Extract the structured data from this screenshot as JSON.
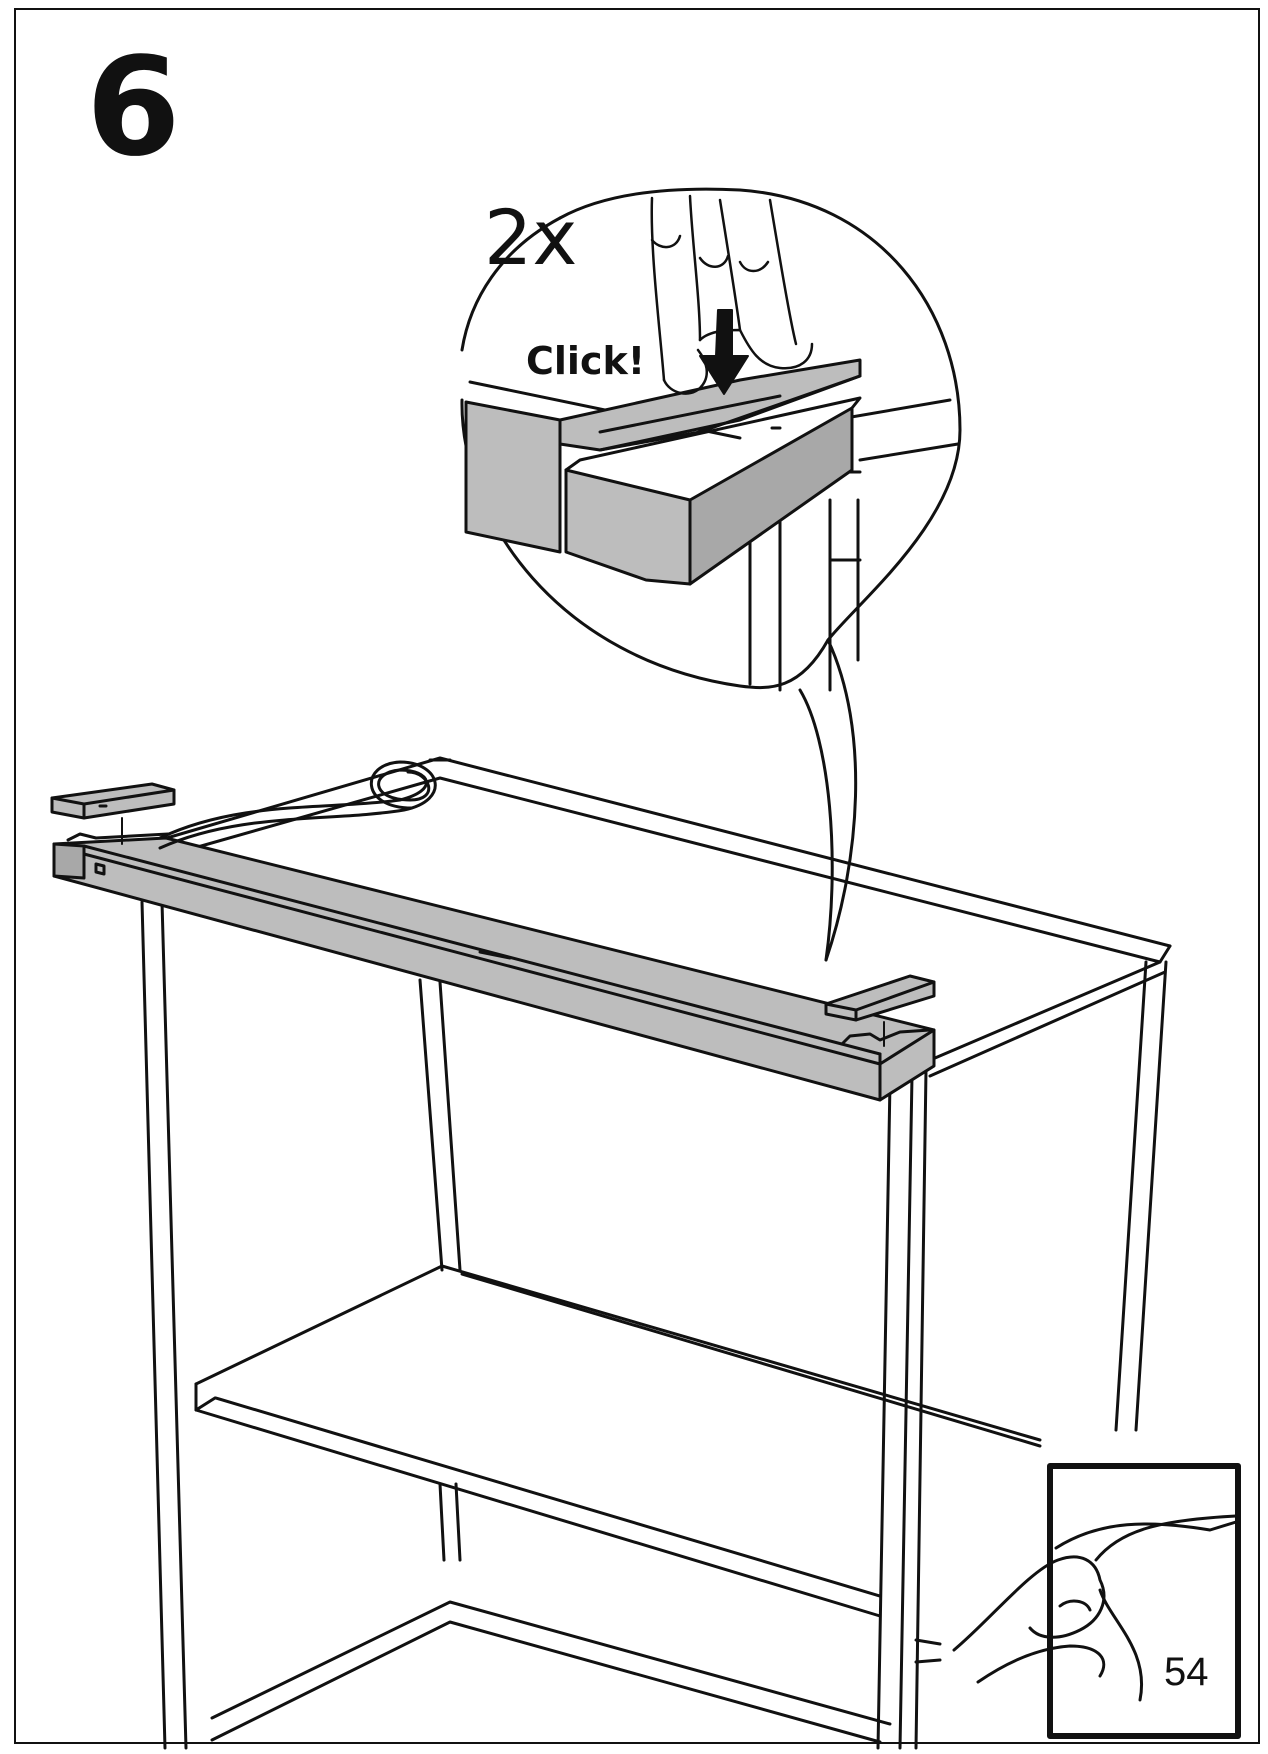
{
  "step": {
    "number": "6"
  },
  "detail": {
    "quantity": "2x",
    "sound": "Click!"
  },
  "page_turn": {
    "page_number": "54",
    "icon": "page-turn-icon"
  },
  "colors": {
    "line": "#111111",
    "part_fill": "#bdbdbd",
    "part_fill_dark": "#a8a8a8"
  }
}
